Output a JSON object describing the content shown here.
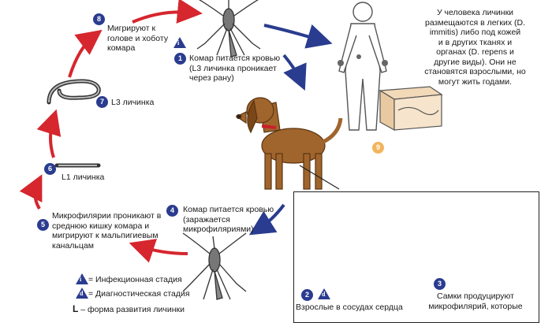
{
  "steps": {
    "s1": {
      "num": "1",
      "text": "Комар питается кровью\n(L3 личинка проникает\nчерез рану)"
    },
    "s2": {
      "num": "2",
      "stage_letter": "d",
      "text": "Взрослые в сосудах сердца"
    },
    "s3": {
      "num": "3",
      "text": "Самки продуцируют\nмикрофилярий, которые"
    },
    "s4": {
      "num": "4",
      "text": "Комар питается кровью\n(заражается\nмикрофиляриями)"
    },
    "s5": {
      "num": "5",
      "text": "Микрофилярии проникают в\nсреднюю кишку комара и\nмигрируют к мальпигиевым\nканальцам"
    },
    "s6": {
      "num": "6",
      "text": "L1 личинка"
    },
    "s7": {
      "num": "7",
      "text": "L3 личинка"
    },
    "s8": {
      "num": "8",
      "text": "Мигрируют к\nголове и хоботу\nкомара"
    },
    "s9": {
      "num": "9",
      "text": "У человека личинки\nразмещаются в легких (D.\nimmitis) либо под кожей\nи в других тканях и\nорганах (D. repens и\nдругие виды). Они не\nстановятся взрослыми, но\nмогут жить годами."
    }
  },
  "legend": {
    "infective_letter": "i",
    "infective": "= Инфекционная стадия",
    "diagnostic_letter": "d",
    "diagnostic": "= Диагностическая стадия",
    "l_letter": "L",
    "l_text": " – форма развития личинки"
  },
  "colors": {
    "red_arrow": "#d6262e",
    "blue_arrow": "#2a3c8f",
    "badge": "#2a3c8f",
    "badge9": "#f3b55c",
    "dog": "#a0652d",
    "collar": "#c8202a"
  }
}
